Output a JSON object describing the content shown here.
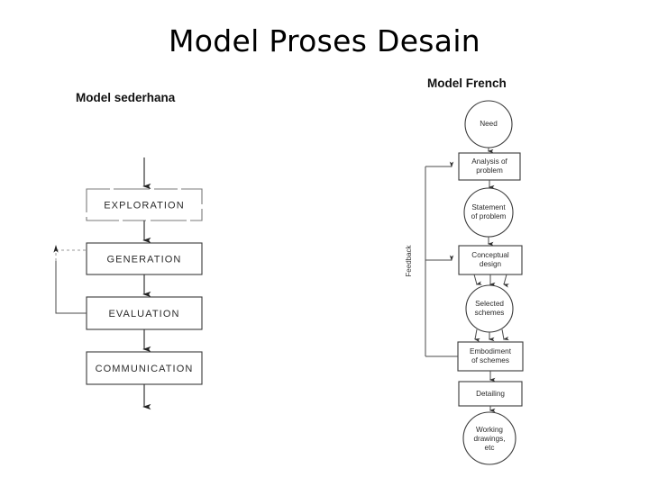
{
  "slide": {
    "title": "Model Proses Desain",
    "background_color": "#ffffff",
    "text_color": "#000000"
  },
  "left_panel": {
    "label": "Model sederhana",
    "diagram": {
      "type": "flowchart",
      "nodes": [
        {
          "id": "exploration",
          "label": "EXPLORATION",
          "shape": "rect"
        },
        {
          "id": "generation",
          "label": "GENERATION",
          "shape": "rect"
        },
        {
          "id": "evaluation",
          "label": "EVALUATION",
          "shape": "rect"
        },
        {
          "id": "communication",
          "label": "COMMUNICATION",
          "shape": "rect"
        }
      ],
      "edges": [
        {
          "from": "start",
          "to": "exploration",
          "kind": "arrow-down"
        },
        {
          "from": "exploration",
          "to": "generation",
          "kind": "arrow-down"
        },
        {
          "from": "generation",
          "to": "evaluation",
          "kind": "arrow-down"
        },
        {
          "from": "evaluation",
          "to": "communication",
          "kind": "arrow-down"
        },
        {
          "from": "communication",
          "to": "end",
          "kind": "arrow-down"
        },
        {
          "from": "evaluation",
          "to": "generation",
          "kind": "feedback-loop-left"
        }
      ]
    }
  },
  "right_panel": {
    "label": "Model French",
    "diagram": {
      "type": "flowchart",
      "feedback_label": "Feedback",
      "nodes": [
        {
          "id": "need",
          "label": "Need",
          "shape": "circle"
        },
        {
          "id": "analysis",
          "label": "Analysis of problem",
          "shape": "rect"
        },
        {
          "id": "statement",
          "label": "Statement of problem",
          "shape": "circle"
        },
        {
          "id": "conceptual",
          "label": "Conceptual design",
          "shape": "rect"
        },
        {
          "id": "selected",
          "label": "Selected schemes",
          "shape": "circle"
        },
        {
          "id": "embodiment",
          "label": "Embodiment of schemes",
          "shape": "rect"
        },
        {
          "id": "detailing",
          "label": "Detailing",
          "shape": "rect"
        },
        {
          "id": "working",
          "label": "Working drawings, etc",
          "shape": "circle"
        }
      ],
      "node_lines": {
        "need": [
          "Need"
        ],
        "analysis": [
          "Analysis of",
          "problem"
        ],
        "statement": [
          "Statement",
          "of problem"
        ],
        "conceptual": [
          "Conceptual",
          "design"
        ],
        "selected": [
          "Selected",
          "schemes"
        ],
        "embodiment": [
          "Embodiment",
          "of schemes"
        ],
        "detailing": [
          "Detailing"
        ],
        "working": [
          "Working",
          "drawings,",
          "etc"
        ]
      },
      "edges": [
        {
          "from": "need",
          "to": "analysis",
          "kind": "arrow-down"
        },
        {
          "from": "analysis",
          "to": "statement",
          "kind": "arrow-down"
        },
        {
          "from": "statement",
          "to": "conceptual",
          "kind": "arrow-down"
        },
        {
          "from": "conceptual",
          "to": "selected",
          "kind": "arrow-down-triple"
        },
        {
          "from": "selected",
          "to": "embodiment",
          "kind": "arrow-down-triple"
        },
        {
          "from": "embodiment",
          "to": "detailing",
          "kind": "arrow-down"
        },
        {
          "from": "detailing",
          "to": "working",
          "kind": "arrow-down"
        },
        {
          "from": "embodiment",
          "to": "analysis",
          "kind": "feedback-spine"
        },
        {
          "from": "embodiment",
          "to": "conceptual",
          "kind": "feedback-spine"
        }
      ]
    }
  }
}
